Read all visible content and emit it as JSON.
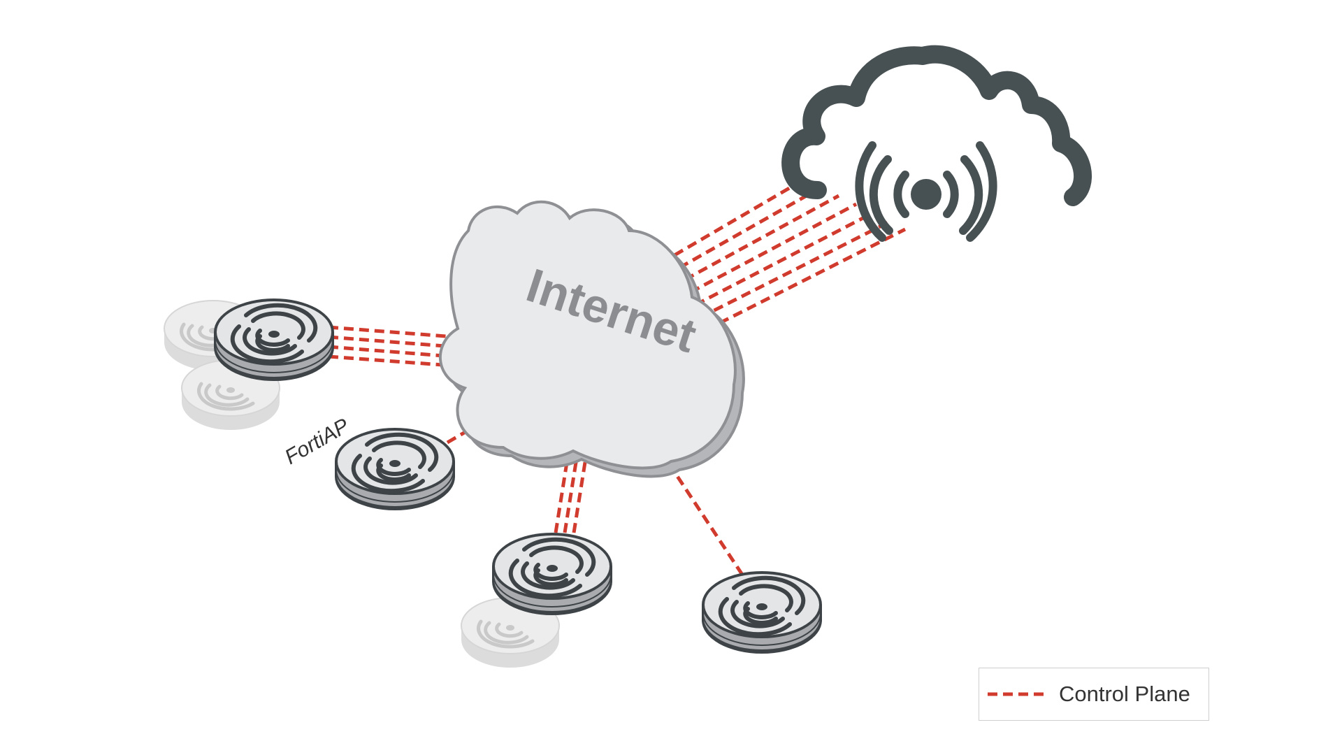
{
  "diagram": {
    "center_label": "Internet",
    "ap_label": "FortiAP"
  },
  "legend": {
    "label": "Control Plane"
  },
  "colors": {
    "control_plane": "#d13b2e",
    "internet_cloud": "#e9eaeb",
    "internet_outline": "#8e9094",
    "management_cloud": "#475052",
    "access_point": "#3d4347"
  },
  "icons": {
    "management_cloud": "cloud-wireless-icon",
    "internet_cloud": "cloud-icon",
    "access_point": "access-point-icon",
    "legend_line": "dashed-line-icon"
  }
}
